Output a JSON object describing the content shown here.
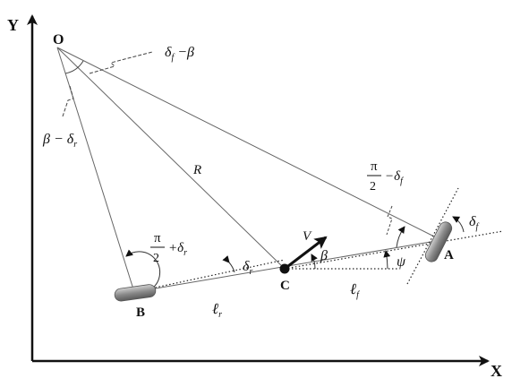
{
  "axes": {
    "x_label": "X",
    "y_label": "Y"
  },
  "points": {
    "O": "O",
    "A": "A",
    "B": "B",
    "C": "C"
  },
  "labels": {
    "R": "R",
    "V": "V",
    "beta": "β",
    "psi": "ψ",
    "l_r": "ℓ",
    "l_r_sub": "r",
    "l_f": "ℓ",
    "l_f_sub": "f",
    "delta_f_minus_beta": {
      "delta": "δ",
      "sub": "f",
      "rest": " −β"
    },
    "beta_minus_delta_r": {
      "lead": "β − δ",
      "sub": "r"
    },
    "pi_over_2_minus_delta_f": {
      "num": "π",
      "den": "2",
      "rest": "−δ",
      "sub": "f"
    },
    "pi_over_2_plus_delta_r": {
      "num": "π",
      "den": "2",
      "rest": "+δ",
      "sub": "r"
    },
    "delta_r": {
      "delta": "δ",
      "sub": "r"
    },
    "delta_f": {
      "delta": "δ",
      "sub": "f"
    }
  },
  "colors": {
    "ink": "#111111",
    "line": "#555555",
    "wheel": "#8a8a8a"
  }
}
